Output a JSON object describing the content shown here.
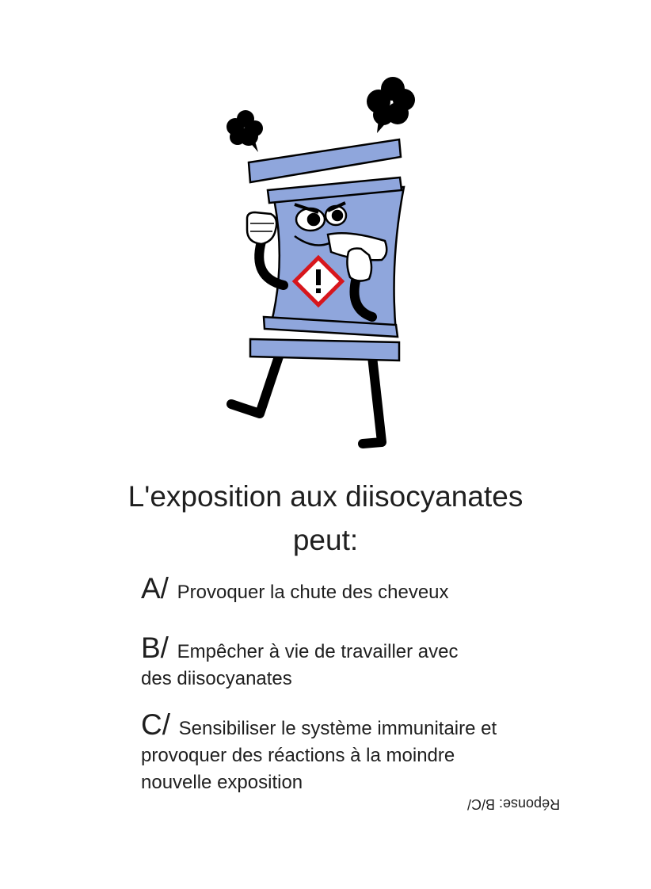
{
  "question": {
    "line1": "L'exposition aux diisocyanates",
    "line2": "peut:"
  },
  "options": [
    {
      "letter": "A/",
      "text_line1": "Provoquer la chute des cheveux"
    },
    {
      "letter": "B/",
      "text_line1": "Empêcher à vie de travailler avec",
      "text_line2": "des diisocyanates"
    },
    {
      "letter": "C/",
      "text_line1": "Sensibiliser le système immunitaire et",
      "text_line2": "provoquer des réactions à la moindre",
      "text_line3": "nouvelle exposition"
    }
  ],
  "answer": "Réponse: B/C/",
  "colors": {
    "barrel": "#8fa6dc",
    "hazard_red": "#d7161c",
    "ink": "#000000"
  }
}
